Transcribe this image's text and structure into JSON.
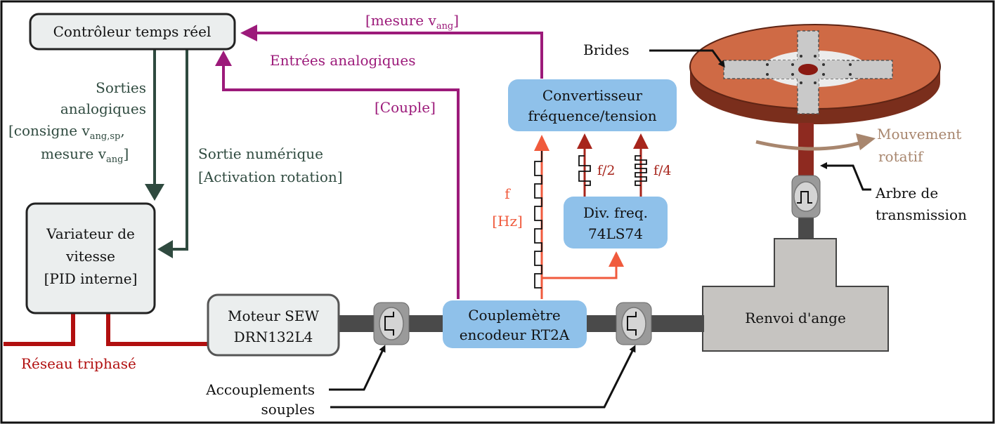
{
  "colors": {
    "frame": "#111111",
    "blue_box": "#8fc1ea",
    "grey_box": "#ebeeee",
    "gearbox": "#c6c4c1",
    "dark_green": "#2f4a3f",
    "purple": "#9c1a7a",
    "red_power": "#b10f0f",
    "orange_signal": "#f05a3c",
    "dark_red_signal": "#a7251c",
    "brown_motion": "#a8866e",
    "disc": "#cf6a45",
    "shaft": "#4a4a4a",
    "shaft_red": "#8e2a20"
  },
  "boxes": {
    "controller": "Contrôleur temps réel",
    "drive": [
      "Variateur de",
      "vitesse",
      "[PID interne]"
    ],
    "motor": [
      "Moteur SEW",
      "DRN132L4"
    ],
    "torquemeter": [
      "Couplemètre",
      "encodeur RT2A"
    ],
    "converter": [
      "Convertisseur",
      "fréquence/tension"
    ],
    "divider": [
      "Div. freq.",
      "74LS74"
    ],
    "gearbox": "Renvoi d'ange"
  },
  "labels": {
    "measure_top": {
      "main": "[mesure v",
      "sub": "ang",
      "close": "]"
    },
    "analog_inputs": "Entrées analogiques",
    "torque": "[Couple]",
    "analog_outputs_1": "Sorties",
    "analog_outputs_2": "analogiques",
    "analog_outputs_3": {
      "main": "[consigne v",
      "sub": "ang,sp",
      "close": ","
    },
    "analog_outputs_4": {
      "main": "mesure v",
      "sub": "ang",
      "close": "]"
    },
    "digital_output_1": "Sortie numérique",
    "digital_output_2": "[Activation rotation]",
    "freq": "f",
    "hz": "[Hz]",
    "f2": "f/2",
    "f4": "f/4",
    "grid": "Réseau triphasé",
    "couplings_1": "Accouplements",
    "couplings_2": "souples",
    "flanges": "Brides",
    "rotation_1": "Mouvement",
    "rotation_2": "rotatif",
    "shaft_1": "Arbre de",
    "shaft_2": "transmission"
  }
}
